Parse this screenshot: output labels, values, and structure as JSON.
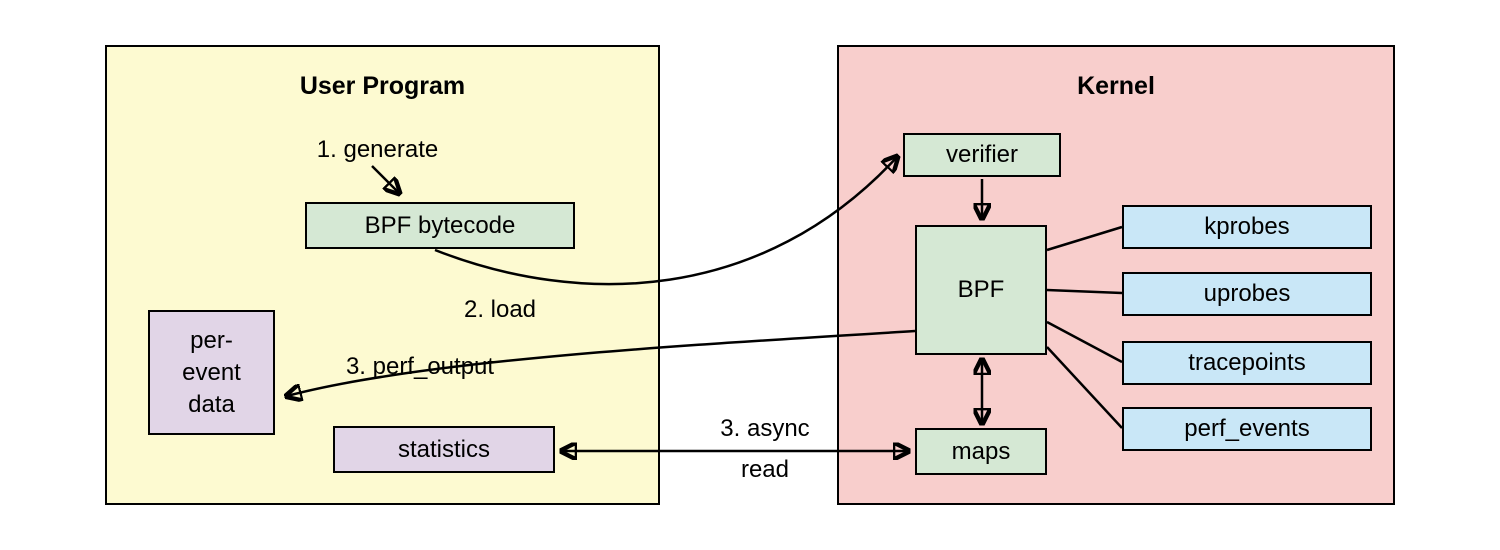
{
  "diagram": {
    "user_program": {
      "title": "User Program",
      "bpf_bytecode": "BPF bytecode",
      "per_event_data_lines": [
        "per-",
        "event",
        "data"
      ],
      "statistics": "statistics"
    },
    "kernel": {
      "title": "Kernel",
      "verifier": "verifier",
      "bpf": "BPF",
      "maps": "maps",
      "probes": [
        "kprobes",
        "uprobes",
        "tracepoints",
        "perf_events"
      ]
    },
    "labels": {
      "generate": "1. generate",
      "load": "2. load",
      "perf_output": "3. perf_output",
      "async_read_line1": "3. async",
      "async_read_line2": "read"
    },
    "colors": {
      "user_program_bg": "#fdfad1",
      "kernel_bg": "#f8cecc",
      "green_box": "#d5e8d4",
      "purple_box": "#e1d5e7",
      "blue_box": "#c9e7f7",
      "border": "#000000",
      "arrow": "#000000"
    }
  }
}
